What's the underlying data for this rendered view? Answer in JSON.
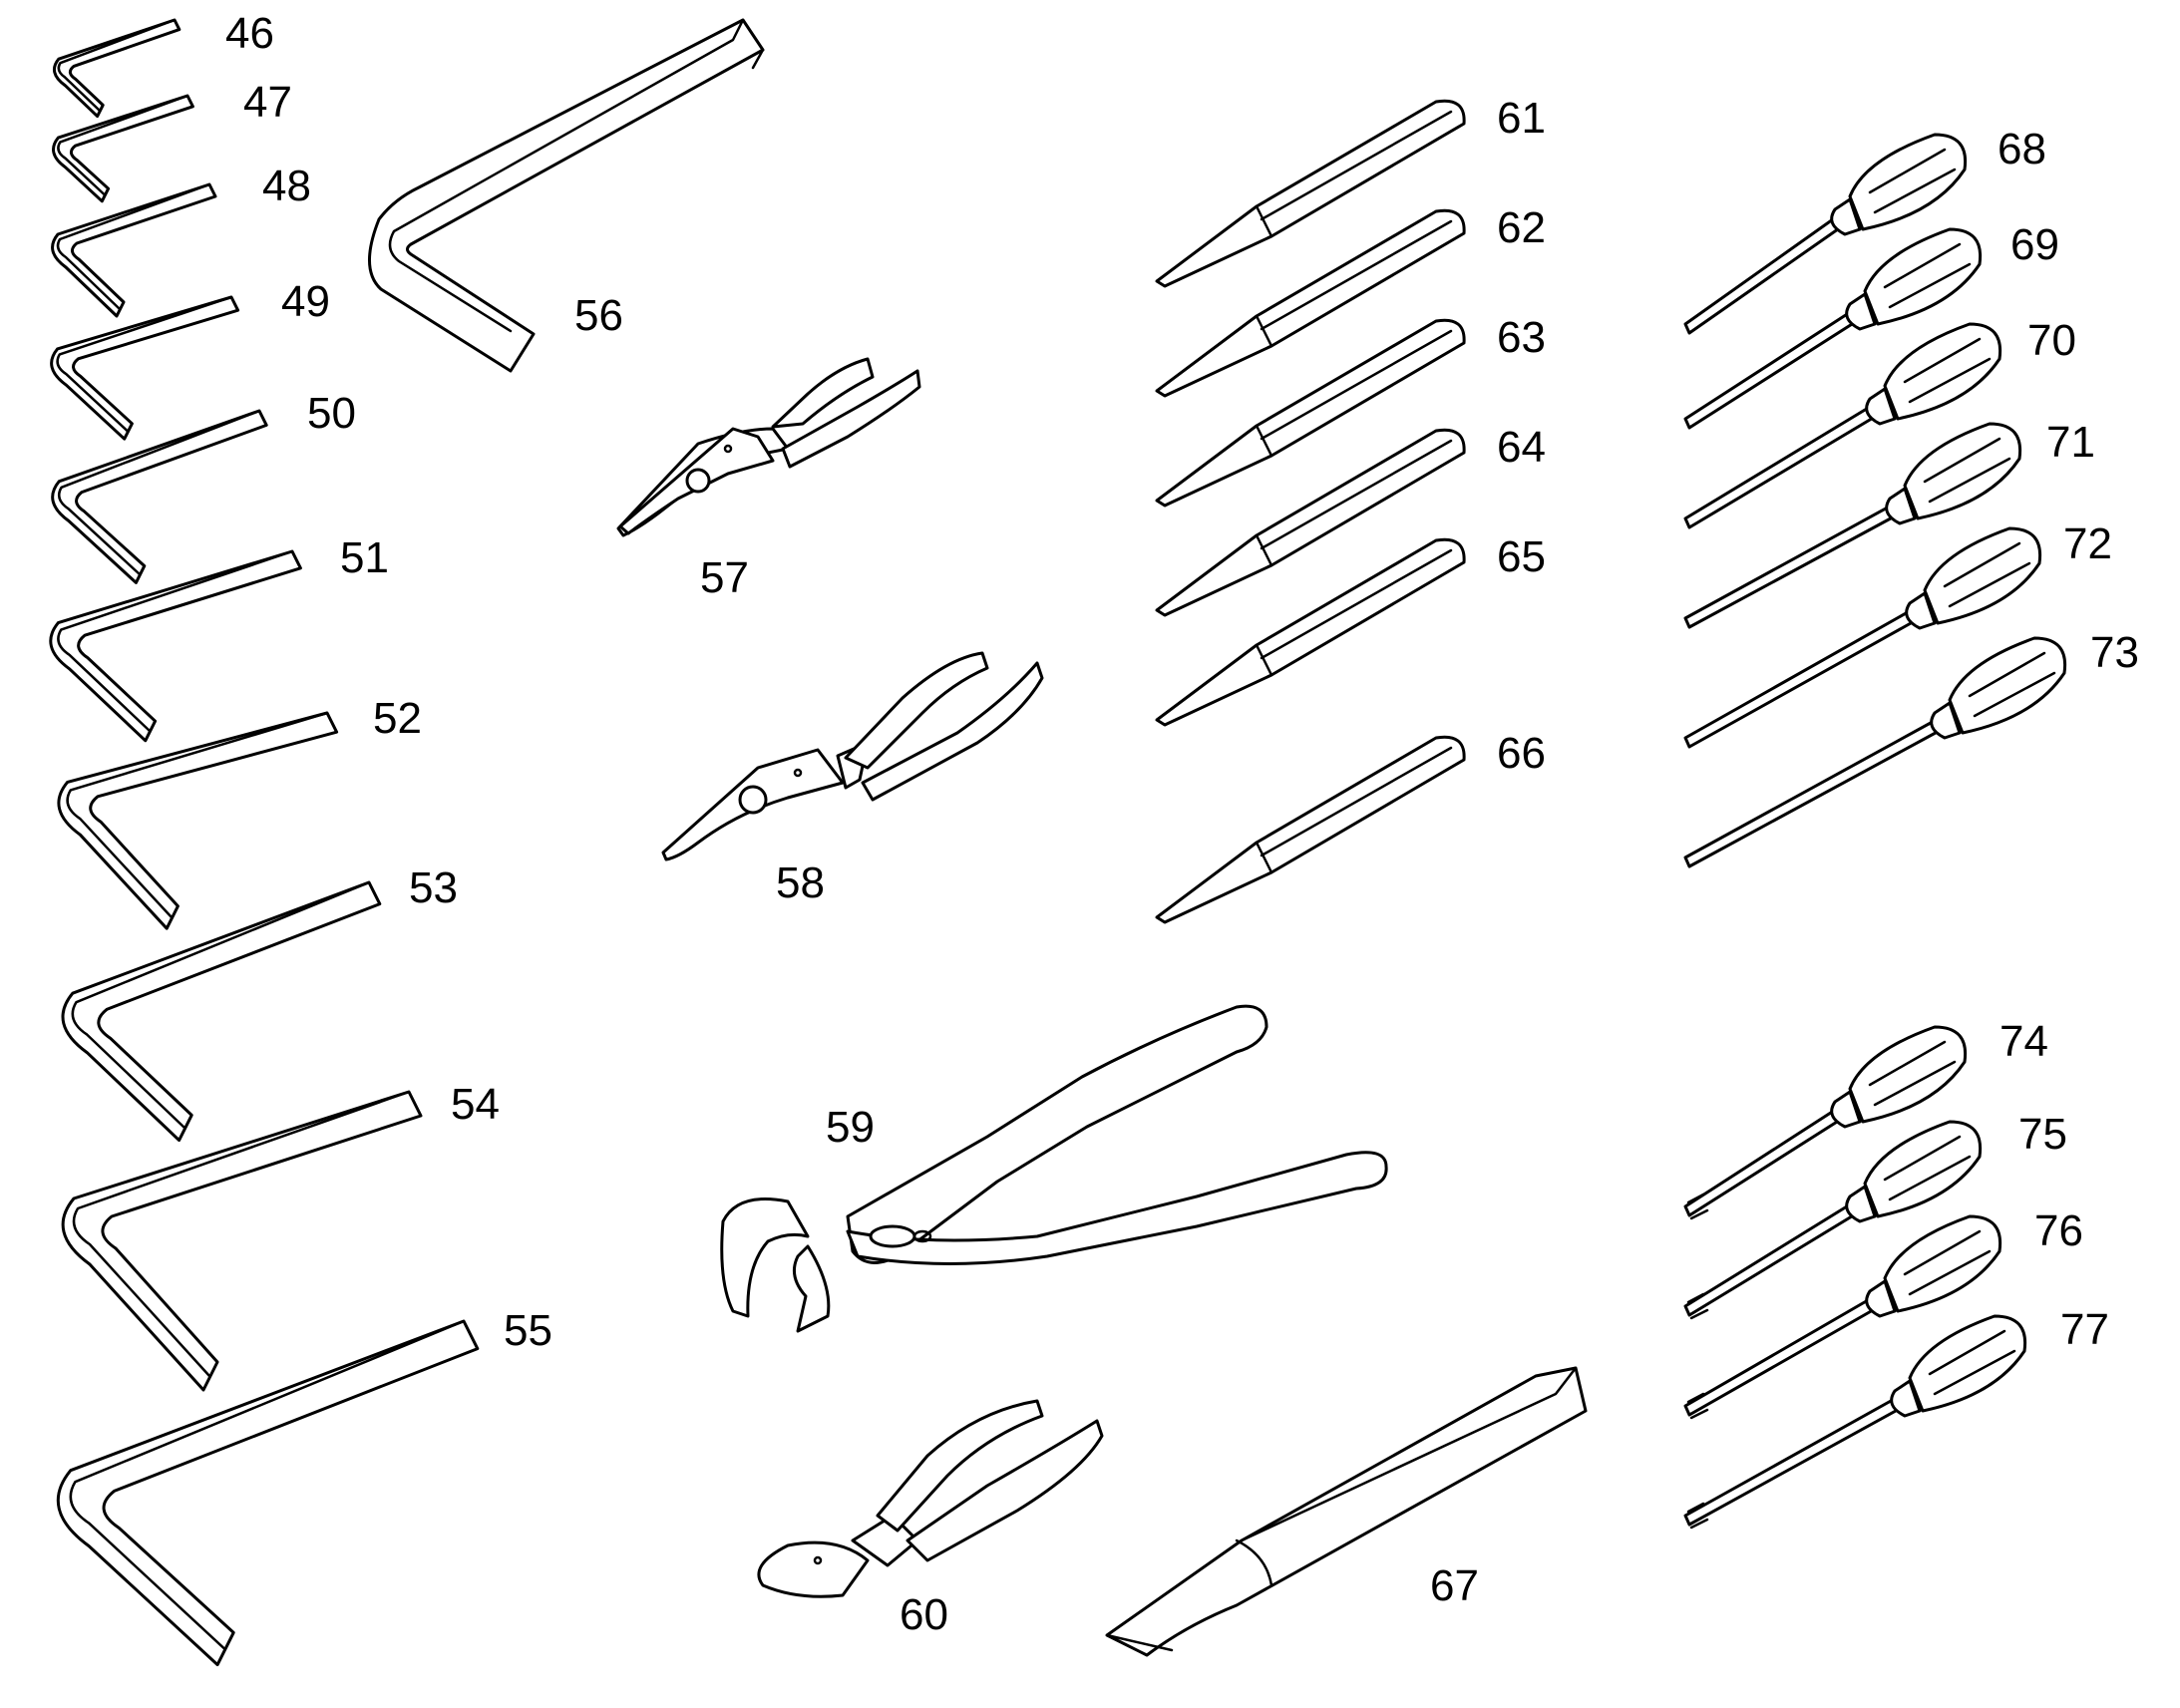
{
  "labels": {
    "p46": "46",
    "p47": "47",
    "p48": "48",
    "p49": "49",
    "p50": "50",
    "p51": "51",
    "p52": "52",
    "p53": "53",
    "p54": "54",
    "p55": "55",
    "p56": "56",
    "p57": "57",
    "p58": "58",
    "p59": "59",
    "p60": "60",
    "p61": "61",
    "p62": "62",
    "p63": "63",
    "p64": "64",
    "p65": "65",
    "p66": "66",
    "p67": "67",
    "p68": "68",
    "p69": "69",
    "p70": "70",
    "p71": "71",
    "p72": "72",
    "p73": "73",
    "p74": "74",
    "p75": "75",
    "p76": "76",
    "p77": "77"
  }
}
